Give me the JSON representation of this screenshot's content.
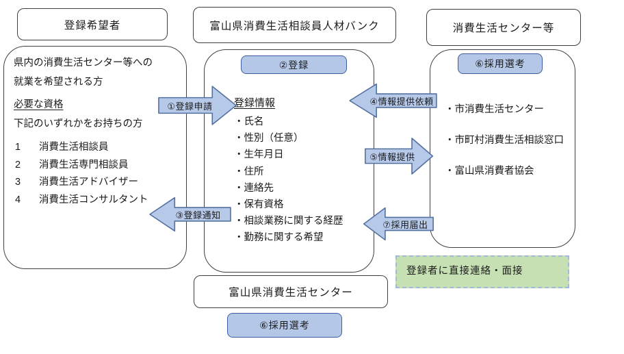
{
  "titles": {
    "applicant": "登録希望者",
    "bank": "富山県消費生活相談員人材バンク",
    "centers": "消費生活センター等",
    "pref_center": "富山県消費生活センター"
  },
  "applicant_panel": {
    "desc_line1": "県内の消費生活センター等への",
    "desc_line2": "就業を希望される方",
    "qualifications_heading": "必要な資格",
    "qualifications_note": "下記のいずれかをお持ちの方",
    "qualifications": [
      {
        "no": "1",
        "name": "消費生活相談員"
      },
      {
        "no": "2",
        "name": "消費生活専門相談員"
      },
      {
        "no": "3",
        "name": "消費生活アドバイザー"
      },
      {
        "no": "4",
        "name": "消費生活コンサルタント"
      }
    ]
  },
  "bank_panel": {
    "badge": "②登録",
    "heading": "登録情報",
    "items": [
      "・氏名",
      "・性別（任意）",
      "・生年月日",
      "・住所",
      "・連絡先",
      "・保有資格",
      "・相談業務に関する経歴",
      "・勤務に関する希望"
    ]
  },
  "centers_panel": {
    "badge": "⑥採用選考",
    "items": [
      "・市消費生活センター",
      "・市町村消費生活相談窓口",
      "・富山県消費者協会"
    ]
  },
  "arrows": [
    {
      "label": "①登録申請",
      "direction": "right"
    },
    {
      "label": "③登録通知",
      "direction": "left"
    },
    {
      "label": "④情報提供依頼",
      "direction": "left"
    },
    {
      "label": "⑤情報提供",
      "direction": "right"
    },
    {
      "label": "⑦採用届出",
      "direction": "left"
    }
  ],
  "bottom_badge": "⑥採用選考",
  "note": "登録者に直接連絡・面接",
  "colors": {
    "badge_fill": "#b4c7e7",
    "badge_border": "#3e5c9e",
    "arrow_fill": "#b7c9e8",
    "arrow_border": "#53719f",
    "note_fill": "#c6e0b4",
    "note_border": "#9fb9d9"
  }
}
